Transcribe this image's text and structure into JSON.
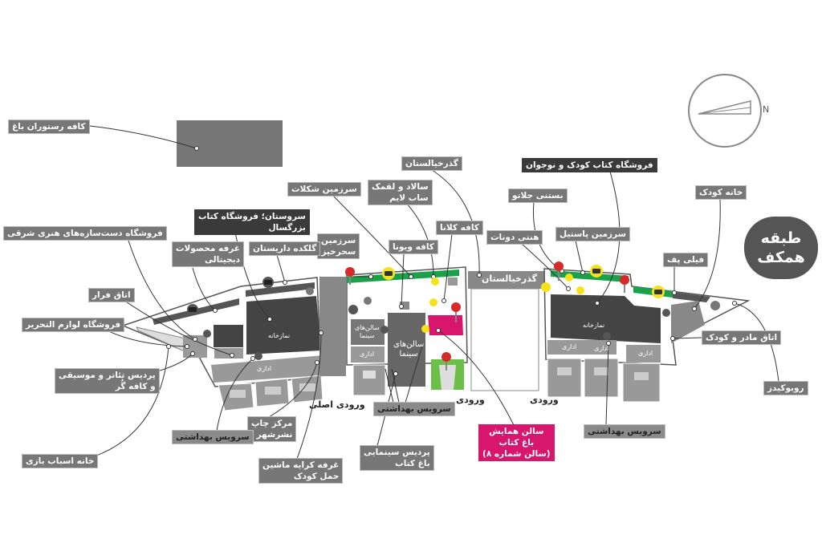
{
  "floor_badge": "طبقه\nهمکف",
  "compass": {
    "north_label": "N"
  },
  "labels": [
    "کافه رستوران باغ",
    "گذرخیالستان",
    "فروشگاه کتاب کودک و نوجوان",
    "سالاد و لقمک\nساب لایم",
    "سرزمین شکلات",
    "بستنی جلاتو",
    "خانه کودک",
    "سروستان؛ فروشگاه کتاب\nبزرگسال",
    "کافه کلانا",
    "هنتی دونات",
    "سرزمین پاستیل",
    "سرزمین\nسحرخیز",
    "کافه ویونا",
    "گلکده داریستان",
    "غرفه محصولات\nدیجیتالی",
    "فروشگاه دست‌سازه‌های هنری شرقی",
    "فیلی پف",
    "اتاق فرار",
    "فروشگاه لوازم التحریر",
    "اتاق مادر و کودک",
    "پردیس تئاتر و موسیقی\nو کافه گُر",
    "روبوکیدز",
    "سرویس بهداشتی",
    "سالن همایش\nباغ کتاب\n(سالن شماره ۸)",
    "مرکز چاپ\nنشرشهر",
    "سرویس بهداشتی",
    "سرویس بهداشتی",
    "پردیس سینمایی\nباغ کتاب",
    "خانه اسباب بازی",
    "غرفه کرایه ماشین\nحمل کودک"
  ],
  "entrances": {
    "main": "ورودی اصلی",
    "entrance_1": "ورودی",
    "entrance_2": "ورودی"
  },
  "rooms": {
    "prayer_left": "نمازخانه",
    "prayer_right": "نمازخانه",
    "office": "اداری",
    "cinema_halls": "سالن‌های\nسینما",
    "passage": "گذرخیالستان"
  },
  "colors": {
    "green": "#1aa14a",
    "magenta": "#d9166e",
    "pin": "#d42a2a",
    "yellow": "#f5e21b",
    "dark": "#444444"
  }
}
